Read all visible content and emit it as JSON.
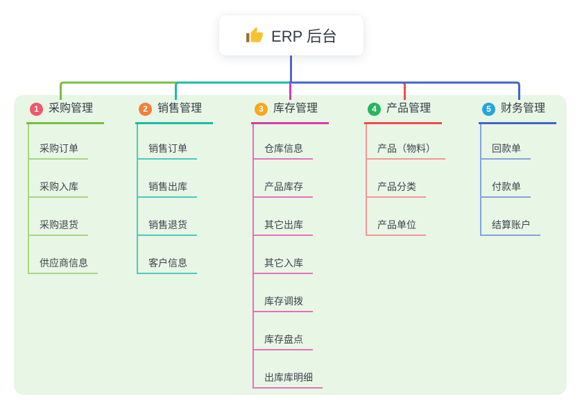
{
  "root": {
    "label": "ERP 后台",
    "icon": "thumbs-up-icon"
  },
  "branches": [
    {
      "index": "1",
      "label": "采购管理",
      "badge_color": "#f0566e",
      "line_color": "#77be45",
      "light_color": "#a6d584",
      "children": [
        "采购订单",
        "采购入库",
        "采购退货",
        "供应商信息"
      ]
    },
    {
      "index": "2",
      "label": "销售管理",
      "badge_color": "#f57e3b",
      "line_color": "#1cb9a8",
      "light_color": "#4cc9bb",
      "children": [
        "销售订单",
        "销售出库",
        "销售退货",
        "客户信息"
      ]
    },
    {
      "index": "3",
      "label": "库存管理",
      "badge_color": "#f9a81d",
      "line_color": "#d63ba2",
      "light_color": "#e76fb9",
      "children": [
        "仓库信息",
        "产品库存",
        "其它出库",
        "其它入库",
        "库存调拨",
        "库存盘点",
        "出库库明细"
      ]
    },
    {
      "index": "4",
      "label": "产品管理",
      "badge_color": "#27b562",
      "line_color": "#f04a50",
      "light_color": "#f49694",
      "children": [
        "产品（物料）",
        "产品分类",
        "产品单位"
      ]
    },
    {
      "index": "5",
      "label": "财务管理",
      "badge_color": "#29a3dc",
      "line_color": "#4064c8",
      "light_color": "#84a2dc",
      "children": [
        "回款单",
        "付款单",
        "结算账户"
      ]
    }
  ],
  "colors": {
    "panel_bg": "#e8f6e5",
    "root_line": "#5566c8",
    "canvas_bg": "#ffffff",
    "icon_hand": "#fbc02d",
    "icon_cuff": "#9a6a38"
  }
}
